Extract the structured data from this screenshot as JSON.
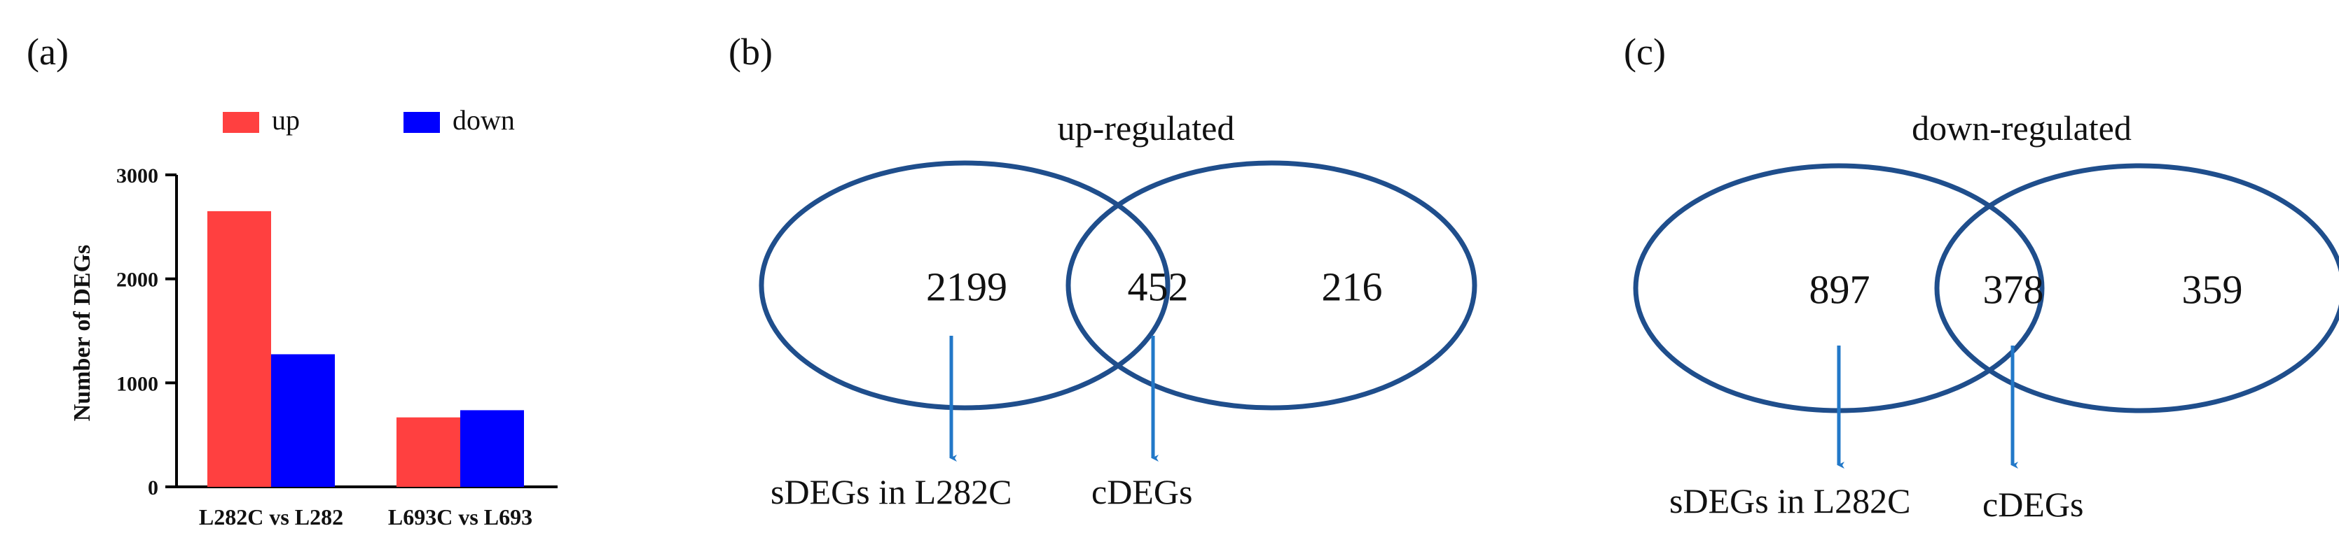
{
  "panels": {
    "a": {
      "letter": "(a)"
    },
    "b": {
      "letter": "(b)"
    },
    "c": {
      "letter": "(c)"
    }
  },
  "colors": {
    "up": "#ff4040",
    "down": "#0000ff",
    "venn": "#1f4e8c",
    "arrow": "#2278c8"
  },
  "chart_data": {
    "type": "bar",
    "categories": [
      "L282C vs L282",
      "L693C vs L693"
    ],
    "series": [
      {
        "name": "up",
        "values": [
          2651,
          668
        ],
        "color": "#ff4040"
      },
      {
        "name": "down",
        "values": [
          1275,
          737
        ],
        "color": "#0000ff"
      }
    ],
    "ylabel": "Number of DEGs",
    "ylim": [
      0,
      3000
    ],
    "yticks": [
      "0",
      "1000",
      "2000",
      "3000"
    ],
    "grid": false,
    "legend": "top"
  },
  "venns": [
    {
      "id": "b",
      "title": "up-regulated",
      "left_only": "2199",
      "overlap": "452",
      "right_only": "216",
      "left_label": "sDEGs in L282C",
      "overlap_label": "cDEGs"
    },
    {
      "id": "c",
      "title": "down-regulated",
      "left_only": "897",
      "overlap": "378",
      "right_only": "359",
      "left_label": "sDEGs in L282C",
      "overlap_label": "cDEGs"
    }
  ]
}
